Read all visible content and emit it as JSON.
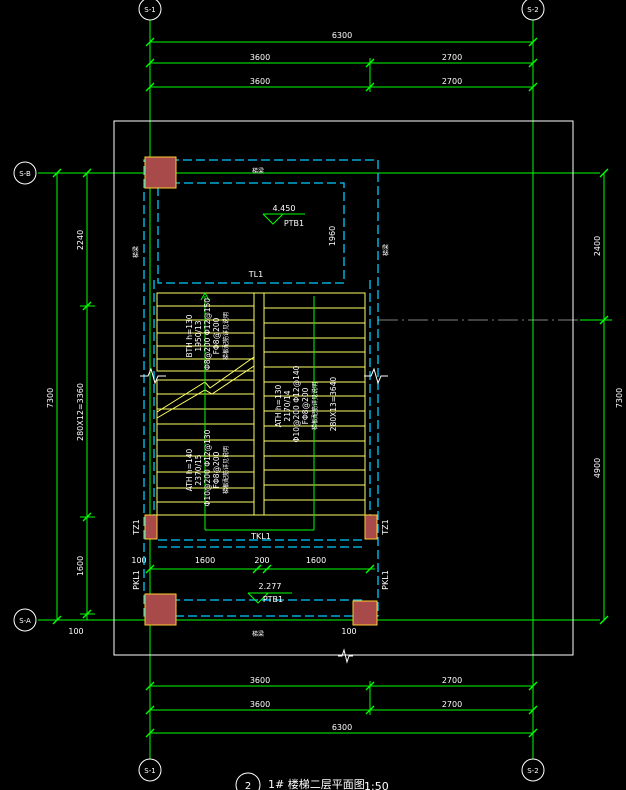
{
  "colors": {
    "background": "#000000",
    "dimension": "#00ff00",
    "outline": "#ffffff",
    "dashed": "#00ccff",
    "stair": "#ffff66",
    "column_fill": "#a84a4a",
    "column_border": "#ffcc33",
    "axis_circle": "#ffffff"
  },
  "axes": {
    "top_left": "S-1",
    "top_right": "S-2",
    "bottom_left": "S-1",
    "bottom_right": "S-2",
    "left_top": "S-B",
    "left_bottom": "S-A"
  },
  "dims": {
    "top_total": "6300",
    "top_a1": "3600",
    "top_a2": "2700",
    "top_b1": "3600",
    "top_b2": "2700",
    "bot_a1": "3600",
    "bot_a2": "2700",
    "bot_b1": "3600",
    "bot_b2": "2700",
    "bot_total": "6300",
    "left_total": "7300",
    "left_mid": "280X12=3360",
    "left_upper": "2240",
    "left_lower": "1600",
    "left_bottom": "100",
    "right_total": "7300",
    "right_upper": "2400",
    "right_lower": "4900",
    "inner_100a": "100",
    "inner_1600a": "1600",
    "inner_200": "200",
    "inner_1600b": "1600",
    "inner_100b": "100",
    "landing_1960": "1960"
  },
  "labels": {
    "level_top": "4.450",
    "ptb_top": "PTB1",
    "tl1": "TL1",
    "tkl1": "TKL1",
    "level_bottom": "2.277",
    "ptb_bottom": "PTB1",
    "tz1_left": "TZ1",
    "tz1_right": "TZ1",
    "pkl1_left": "PKL1",
    "pkl1_right": "PKL1",
    "beam_top": "梯梁",
    "beam_left": "梯梁",
    "beam_right": "梯梁",
    "beam_bottom": "梯梁"
  },
  "flights": {
    "bt": {
      "line1": "BTH h=130",
      "line2": "1950/13",
      "line3": "Φ8@200 Φ12@150",
      "line4": "FΦ8@200",
      "line5": "梯板配筋详见说明"
    },
    "at_right": {
      "line1": "ATH h=130",
      "line2": "2170/14",
      "line3": "Φ10@200 Φ12@140",
      "line4": "FΦ8@200",
      "line5": "梯板配筋详见说明",
      "line6": "280X13=3640"
    },
    "at_left": {
      "line1": "ATH h=140",
      "line2": "2370/15",
      "line3": "Φ10@200 Φ12@130",
      "line4": "FΦ8@200",
      "line5": "梯板配筋详见说明"
    }
  },
  "title": {
    "number": "2",
    "text": "1# 楼梯二层平面图",
    "scale": "1:50"
  }
}
